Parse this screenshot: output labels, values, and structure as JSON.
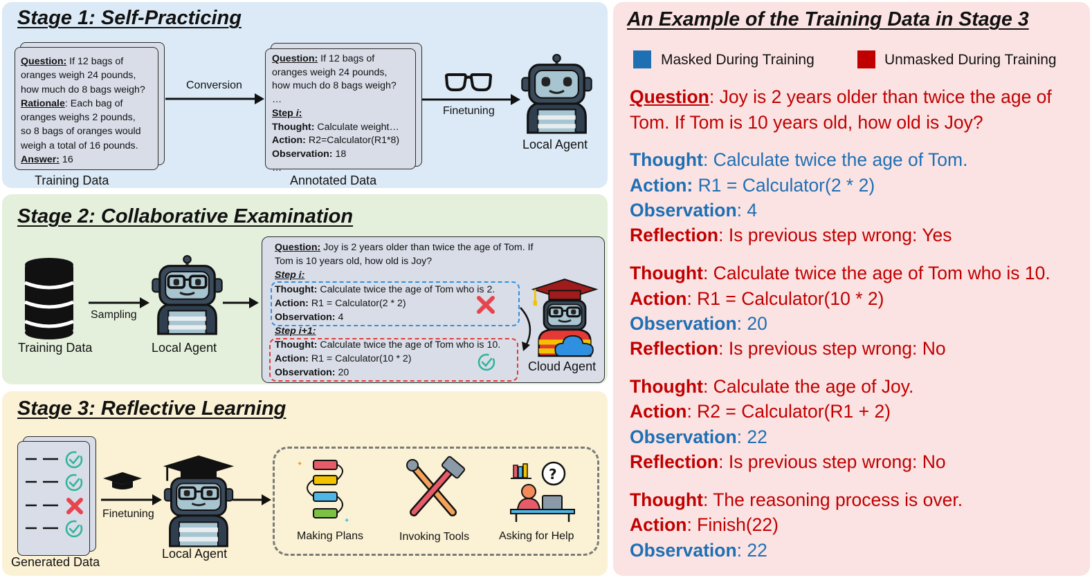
{
  "stage1": {
    "title": "Stage 1: Self-Practicing",
    "training_card": {
      "q_label": "Question:",
      "q1": " If 12 bags of",
      "q2": "oranges weigh 24 pounds,",
      "q3": "how much do 8 bags weigh?",
      "r_label": "Rationale",
      "r1": ":  Each bag of",
      "r2": "oranges weighs 2 pounds,",
      "r3": "so 8 bags of oranges would",
      "r4": "weigh a total of 16 pounds.",
      "a_label": "Answer:",
      "a1": "  16"
    },
    "training_label": "Training Data",
    "conversion_label": "Conversion",
    "annotated_card": {
      "q_label": "Question:",
      "q1": " If 12 bags of",
      "q2": "oranges weigh 24 pounds,",
      "q3": "how much do 8 bags weigh?",
      "dots1": "…",
      "step_label": "Step ",
      "step_i": "i",
      "t_label": "Thought:",
      "t1": " Calculate weight…",
      "ac_label": "Action:",
      "ac1": " R2=Calculator(R1*8)",
      "o_label": "Observation:",
      "o1": " 18",
      "dots2": "…"
    },
    "annotated_label": "Annotated Data",
    "finetuning_label": "Finetuning",
    "agent_label": "Local Agent"
  },
  "stage2": {
    "title": "Stage 2: Collaborative Examination",
    "training_label": "Training Data",
    "sampling_label": "Sampling",
    "agent_label": "Local Agent",
    "cloud_label": "Cloud Agent",
    "card": {
      "q_label": "Question:",
      "q1": " Joy is 2 years older than twice the age of Tom. If",
      "q2": "Tom is 10 years old, how old is Joy?",
      "step_i_label": "Step i:",
      "s1_t_label": "Thought:",
      "s1_t": " Calculate twice the age of Tom who is 2.",
      "s1_a_label": "Action:",
      "s1_a": " R1 = Calculator(2 * 2)",
      "s1_o_label": "Observation:",
      "s1_o": " 4",
      "step_i1_label": "Step i+1:",
      "s2_t_label": "Thought:",
      "s2_t": " Calculate twice the age of Tom who is 10.",
      "s2_a_label": "Action:",
      "s2_a": " R1 = Calculator(10 * 2)",
      "s2_o_label": "Observation:",
      "s2_o": " 20"
    }
  },
  "stage3": {
    "title": "Stage 3: Reflective Learning",
    "generated_label": "Generated Data",
    "finetuning_label": "Finetuning",
    "agent_label": "Local Agent",
    "abilities": [
      "Making Plans",
      "Invoking Tools",
      "Asking for Help"
    ]
  },
  "example": {
    "title": "An Example of the Training Data in Stage 3",
    "legend_masked": "Masked During Training",
    "legend_unmasked": "Unmasked During Training",
    "question_label": "Question",
    "question_l1": ": Joy is 2 years older than twice the age of",
    "question_l2": "Tom. If Tom is 10 years old, how old is Joy?",
    "steps": [
      {
        "t_label": "Thought",
        "t": ":  Calculate twice the age of Tom.",
        "a_label": "Action:",
        "a": " R1 = Calculator(2 * 2)",
        "o_label": "Observation",
        "o": ": 4",
        "r_label": "Reflection",
        "r": ": Is previous step wrong: Yes"
      },
      {
        "t_label": "Thought",
        "t": ": Calculate twice the age of Tom who is 10.",
        "a_label": "Action",
        "a": ": R1 = Calculator(10 * 2)",
        "o_label": "Observation",
        "o": ": 20",
        "r_label": "Reflection",
        "r": ": Is previous step wrong: No"
      },
      {
        "t_label": "Thought",
        "t": ": Calculate the age of Joy.",
        "a_label": "Action",
        "a": ": R2 = Calculator(R1 + 2)",
        "o_label": "Observation",
        "o": ": 22",
        "r_label": "Reflection",
        "r": ": Is previous step wrong: No"
      },
      {
        "t_label": "Thought",
        "t": ": The reasoning process is over.",
        "a_label": "Action",
        "a": ": Finish(22)",
        "o_label": "Observation",
        "o": ": 22"
      }
    ]
  },
  "colors": {
    "stage1_bg": "#dbeaf6",
    "stage2_bg": "#e4f0dc",
    "stage3_bg": "#fbf1d4",
    "example_bg": "#fbe3e3",
    "masked": "#1f6fb3",
    "unmasked": "#c00000"
  },
  "icons": [
    "glasses-icon",
    "robot-icon",
    "database-icon",
    "cross-icon",
    "check-icon",
    "graduation-cap-icon",
    "plans-icon",
    "tools-icon",
    "help-icon",
    "cloud-icon"
  ]
}
